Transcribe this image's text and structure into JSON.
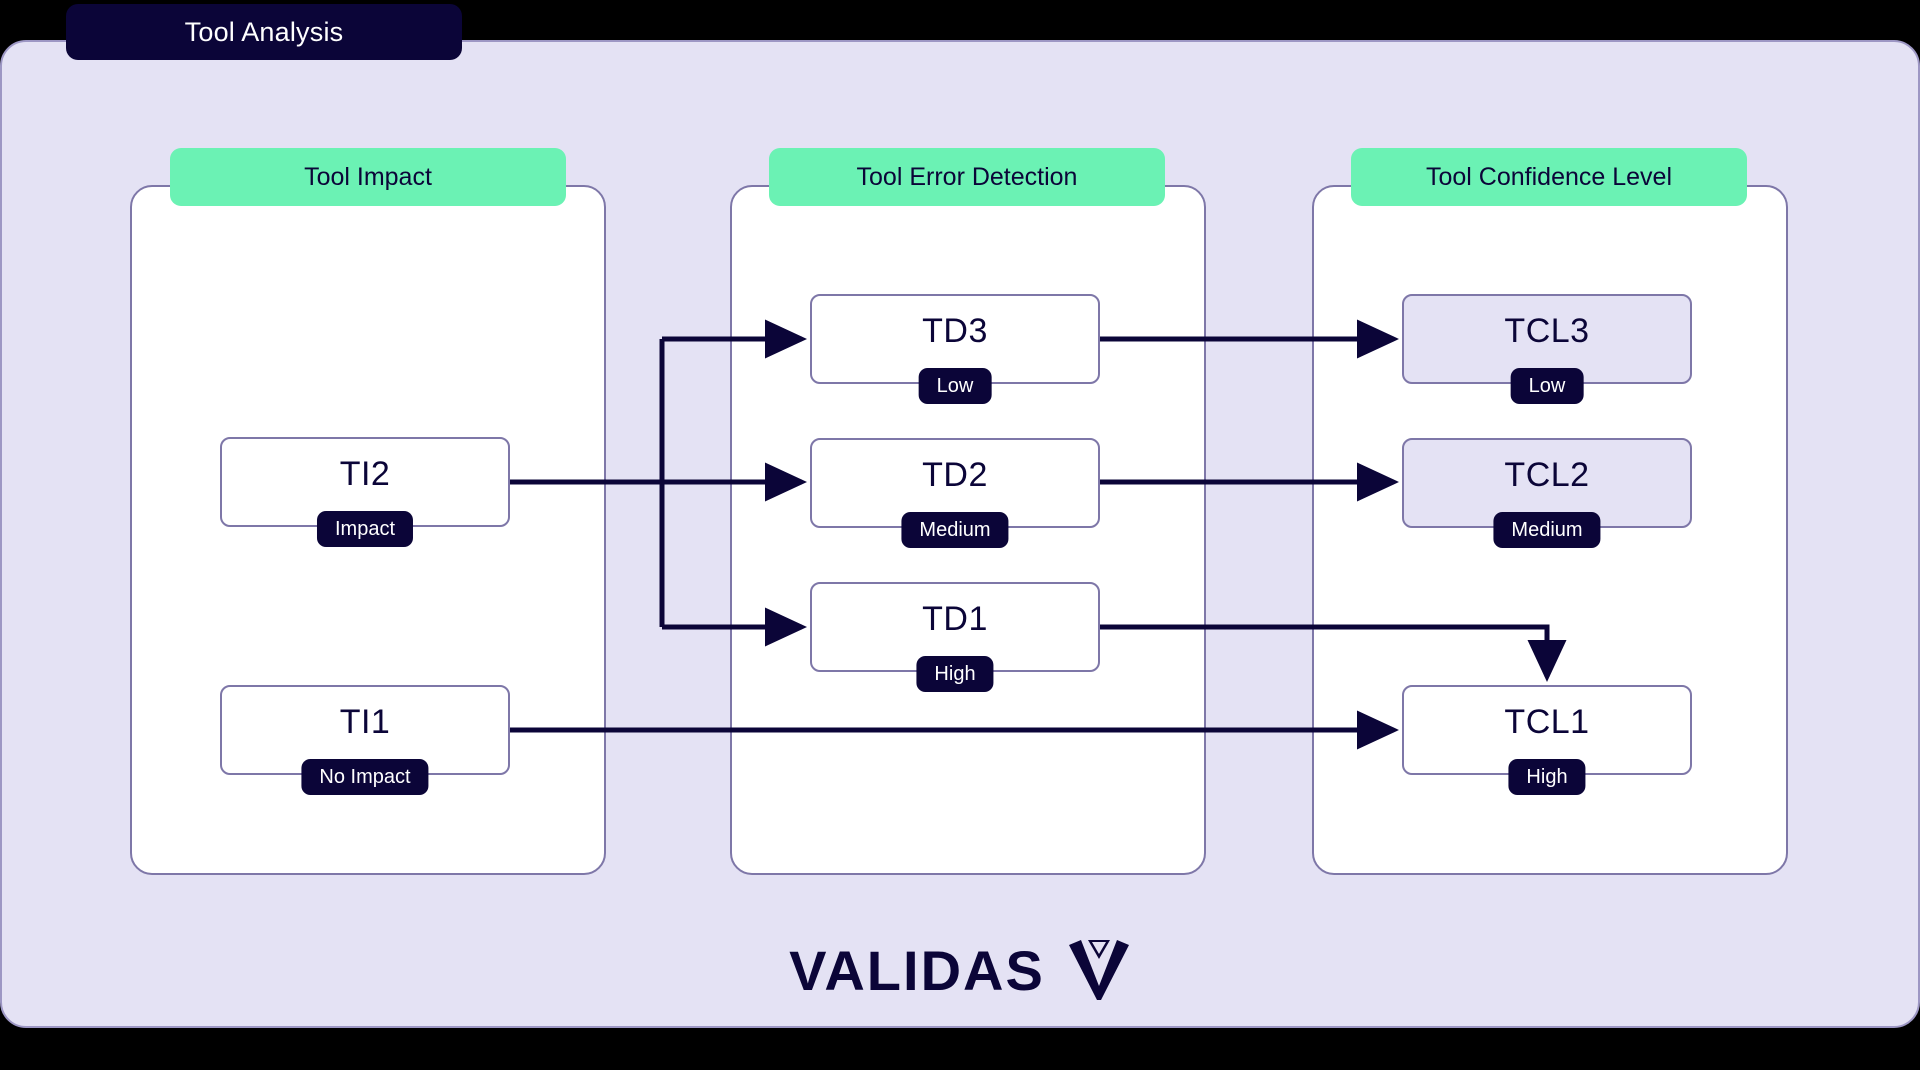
{
  "title": {
    "label": "Tool Analysis"
  },
  "brand": {
    "name": "VALIDAS",
    "mark": "validas-v-icon"
  },
  "colors": {
    "background": "#000000",
    "canvas": "#E4E2F4",
    "panel": "#FFFFFF",
    "panel_border": "#7E77A8",
    "header_accent": "#6BF2B4",
    "ink": "#0B0538",
    "badge": "#0B0538",
    "tinted_node": "#E4E2F4",
    "wire": "#0B0538"
  },
  "columns": [
    {
      "id": "tool-impact",
      "header": "Tool Impact",
      "nodes": [
        {
          "id": "TI2",
          "label": "TI2",
          "badge": "Impact",
          "tinted": false
        },
        {
          "id": "TI1",
          "label": "TI1",
          "badge": "No Impact",
          "tinted": false
        }
      ]
    },
    {
      "id": "tool-error-detection",
      "header": "Tool Error Detection",
      "nodes": [
        {
          "id": "TD3",
          "label": "TD3",
          "badge": "Low",
          "tinted": false
        },
        {
          "id": "TD2",
          "label": "TD2",
          "badge": "Medium",
          "tinted": false
        },
        {
          "id": "TD1",
          "label": "TD1",
          "badge": "High",
          "tinted": false
        }
      ]
    },
    {
      "id": "tool-confidence-level",
      "header": "Tool Confidence Level",
      "nodes": [
        {
          "id": "TCL3",
          "label": "TCL3",
          "badge": "Low",
          "tinted": true
        },
        {
          "id": "TCL2",
          "label": "TCL2",
          "badge": "Medium",
          "tinted": true
        },
        {
          "id": "TCL1",
          "label": "TCL1",
          "badge": "High",
          "tinted": false
        }
      ]
    }
  ],
  "edges": [
    {
      "from": "TI2",
      "to": "TD3",
      "style": "orthogonal"
    },
    {
      "from": "TI2",
      "to": "TD2",
      "style": "straight"
    },
    {
      "from": "TI2",
      "to": "TD1",
      "style": "orthogonal"
    },
    {
      "from": "TI1",
      "to": "TCL1",
      "style": "straight"
    },
    {
      "from": "TD3",
      "to": "TCL3",
      "style": "straight"
    },
    {
      "from": "TD2",
      "to": "TCL2",
      "style": "straight"
    },
    {
      "from": "TD1",
      "to": "TCL1",
      "style": "orthogonal-down"
    }
  ]
}
